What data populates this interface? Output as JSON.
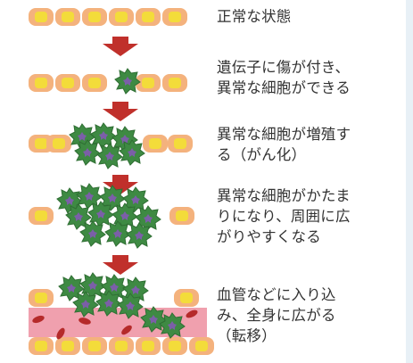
{
  "colors": {
    "cell_outer": "#f4b27d",
    "cell_inner": "#f3dc3a",
    "cancer_cell": "#3e8a43",
    "cancer_nucleus": "#7b5fa8",
    "arrow": "#c0302b",
    "vessel": "#f0a0ae",
    "blood_cell": "#b52a2a",
    "text": "#333333"
  },
  "steps": [
    {
      "label": "正常な状態"
    },
    {
      "label": "遺伝子に傷が付き、\n異常な細胞ができる"
    },
    {
      "label": "異常な細胞が増殖す\nる（がん化）"
    },
    {
      "label": "異常な細胞がかたま\nりになり、周囲に広\nがりやすくなる"
    },
    {
      "label": "血管などに入り込\nみ、全身に広がる\n（転移）"
    }
  ]
}
